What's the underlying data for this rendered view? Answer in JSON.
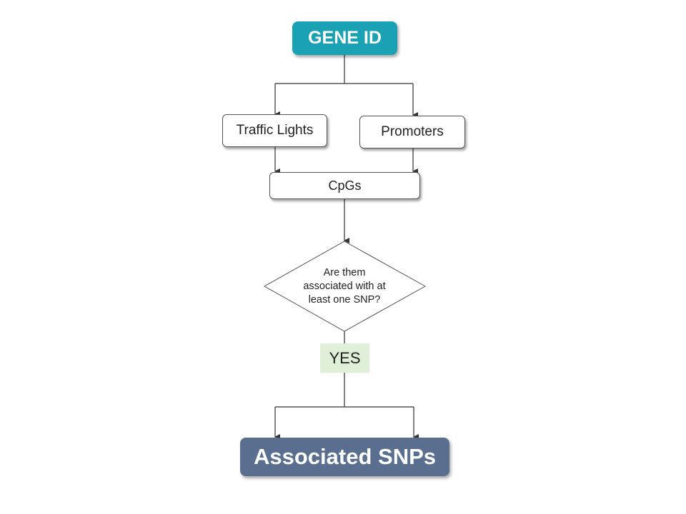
{
  "diagram": {
    "start": {
      "label": "GENE ID",
      "color": "#1ba1b4"
    },
    "sources": [
      {
        "label": "Traffic Lights"
      },
      {
        "label": "Promoters"
      }
    ],
    "merge": {
      "label": "CpGs"
    },
    "decision": {
      "label": "Are them associated with at least one SNP?"
    },
    "yes_branch": {
      "label": "YES",
      "color": "#e0efd8"
    },
    "result": {
      "label": "Associated SNPs",
      "color": "#5a6f90"
    }
  }
}
